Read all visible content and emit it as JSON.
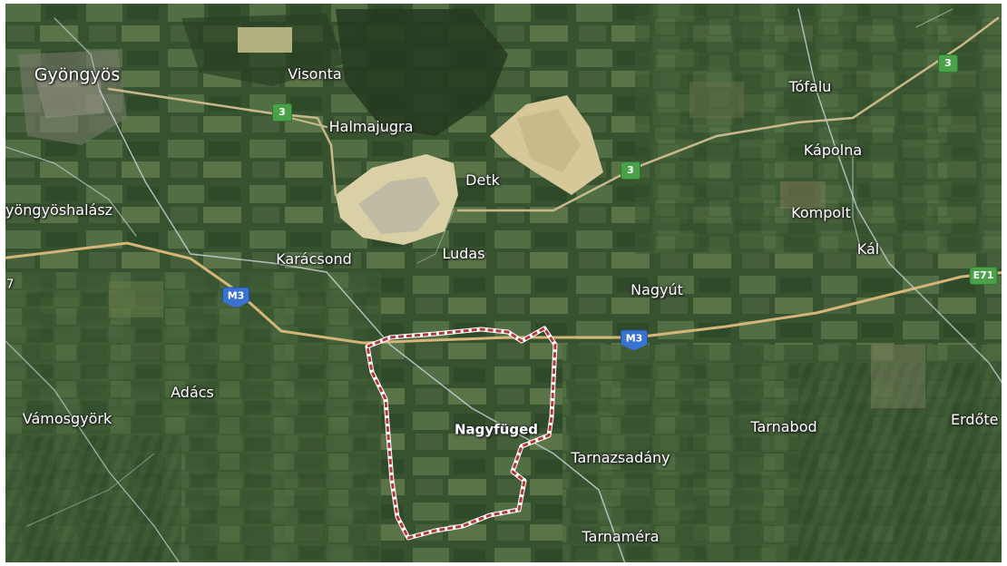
{
  "map": {
    "type": "satellite",
    "places": {
      "gyongyos": "Gyöngyös",
      "visonta": "Visonta",
      "halmajugra": "Halmajugra",
      "detk": "Detk",
      "gyongyoshalasz": "yöngyöshalász",
      "karacsond": "Karácsond",
      "ludas": "Ludas",
      "tofalu": "Tófalu",
      "kapolna": "Kápolna",
      "kompolt": "Kompolt",
      "kal": "Kál",
      "nagyut": "Nagyút",
      "adacs": "Adács",
      "vamosgyork": "Vámosgyörk",
      "nagyfuged": "Nagyfüged",
      "tarnazsadany": "Tarnazsadány",
      "tarnabod": "Tarnabod",
      "erdotelek": "Erdőte",
      "tarnamera": "Tarnaméra",
      "edge_digit": "7"
    },
    "shields": {
      "road3_a": "3",
      "road3_b": "3",
      "road3_c": "3",
      "m3_a": "M3",
      "m3_b": "M3",
      "e71": "E71"
    },
    "colors": {
      "boundary": "#b03a3a",
      "route_shield_green": "#4aa14a",
      "motorway_shield_blue": "#3a73cf",
      "road": "#c9b98a"
    },
    "highlighted_area": "Nagyfüged"
  }
}
